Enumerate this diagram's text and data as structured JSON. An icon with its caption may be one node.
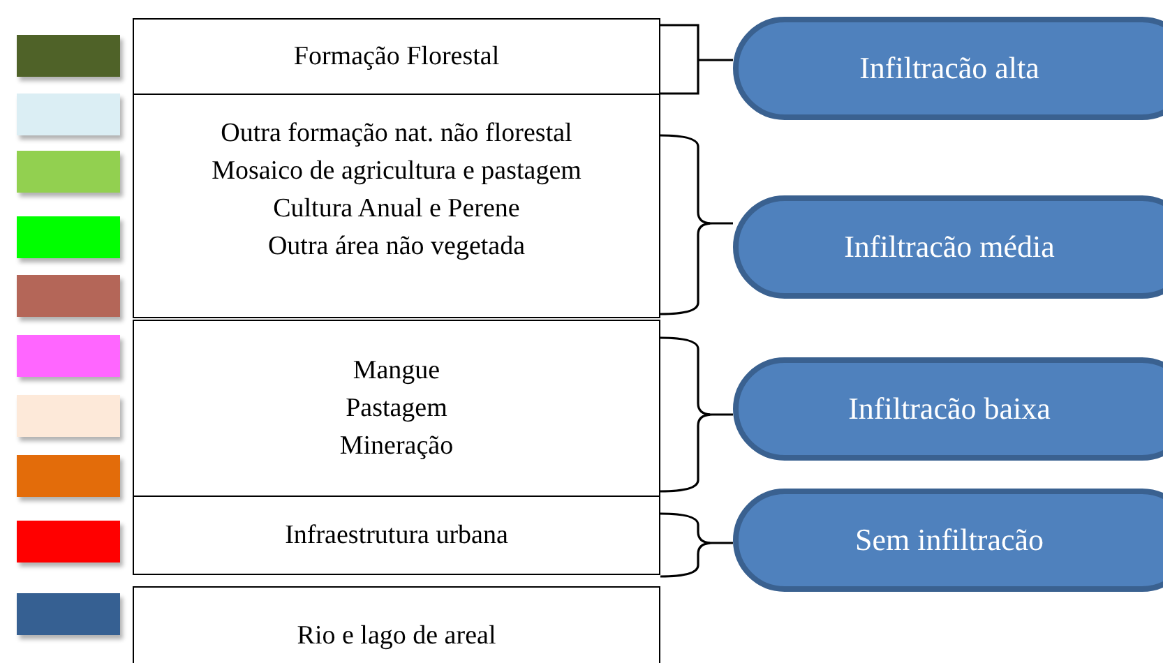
{
  "diagram": {
    "nodes": [
      {
        "text": [
          "Formação Florestal"
        ]
      },
      {
        "text": [
          "Outra formação nat. não florestal",
          "Mosaico de agricultura e pastagem",
          "Cultura Anual e Perene",
          "Outra área não vegetada"
        ]
      },
      {
        "text": [
          "Mangue",
          "Pastagem",
          "Mineração"
        ]
      },
      {
        "text": [
          "Infraestrutura urbana"
        ]
      },
      {
        "text": [
          "Rio e lago de areal"
        ]
      },
      {
        "text": [
          "Infiltracão alta"
        ]
      },
      {
        "text": [
          "Infiltracão média"
        ]
      },
      {
        "text": [
          "Infiltracão baixa"
        ]
      },
      {
        "text": [
          "Sem infiltracão"
        ]
      }
    ],
    "edges": [
      {
        "from": 0,
        "to": 5,
        "arrow": "none"
      },
      {
        "from": 1,
        "to": 6,
        "arrow": "none"
      },
      {
        "from": 2,
        "to": 7,
        "arrow": "none"
      },
      {
        "from": 3,
        "to": 8,
        "arrow": "none"
      }
    ]
  }
}
